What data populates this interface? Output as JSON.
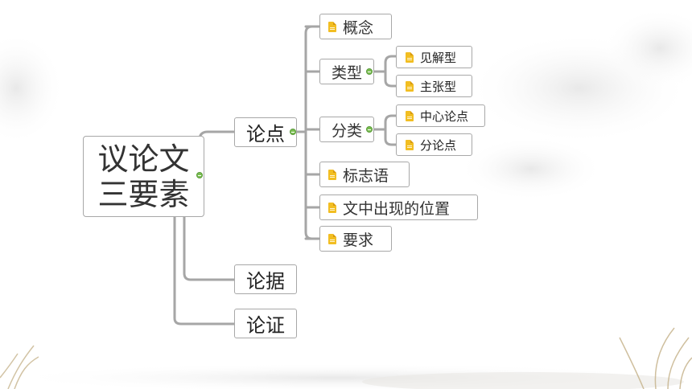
{
  "mindmap": {
    "root": {
      "line1": "议论文",
      "line2": "三要素"
    },
    "branches": [
      {
        "label": "论点"
      },
      {
        "label": "论据"
      },
      {
        "label": "论证"
      }
    ],
    "lundian_children": {
      "gainian": "概念",
      "leixing": {
        "label": "类型",
        "children": [
          "见解型",
          "主张型"
        ]
      },
      "fenlei": {
        "label": "分类",
        "children": [
          "中心论点",
          "分论点"
        ]
      },
      "biaozhiyu": "标志语",
      "weizhi": "文中出现的位置",
      "yaoqiu": "要求"
    }
  },
  "colors": {
    "connector": "#a6a6a6",
    "doc_icon": "#f2be22",
    "collapse_dot": "#7bbf52"
  },
  "icons": {
    "topic_icon": "document-icon",
    "collapse_icon": "collapse-dot-icon"
  }
}
